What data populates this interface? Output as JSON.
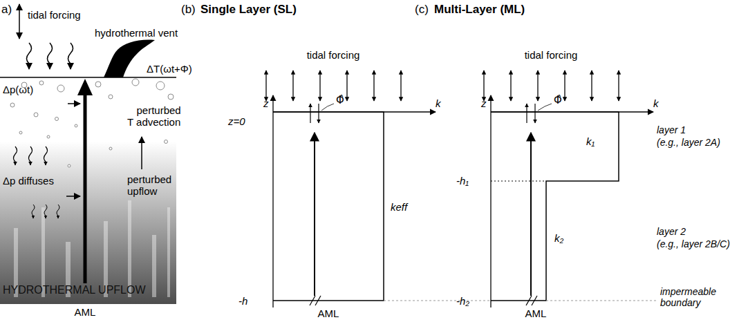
{
  "diagram": {
    "labels": [
      "a)",
      "tidal forcing",
      "hydrothermal vent",
      "ΔT(ωt+Φ)",
      "Δp(ωt)",
      "perturbed T advection",
      "Δp diffuses",
      "perturbed upflow",
      "HYDROTHERMAL UPFLOW",
      "AML",
      "(b)",
      "Single Layer (SL)",
      "tidal forcing",
      "z",
      "k",
      "z=0",
      "Φ̂",
      "keff",
      "-h",
      "AML",
      "(c)",
      "Multi-Layer (ML)",
      "tidal forcing",
      "z",
      "k",
      "Φ̂",
      "k₁",
      "layer 1",
      "(e.g., layer 2A)",
      "-h₁",
      "layer 2",
      "(e.g., layer 2B/C)",
      "k₂",
      "-h₂",
      "AML",
      "impermeable boundary"
    ]
  }
}
